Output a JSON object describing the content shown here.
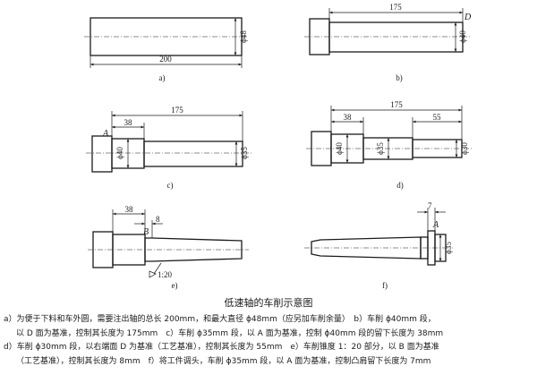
{
  "panels": {
    "a": {
      "label": "a)",
      "dims": {
        "length": "200",
        "dia": "ϕ48"
      }
    },
    "b": {
      "label": "b)",
      "dims": {
        "length": "175",
        "dia": "ϕ40"
      },
      "point": "D"
    },
    "c": {
      "label": "c)",
      "dims": {
        "step": "38",
        "length": "175",
        "dia1": "ϕ40",
        "dia2": "ϕ35"
      },
      "point": "A"
    },
    "d": {
      "label": "d)",
      "dims": {
        "step": "38",
        "length": "175",
        "right": "55",
        "dia1": "ϕ40",
        "dia2": "ϕ35",
        "dia3": "ϕ30"
      }
    },
    "e": {
      "label": "e)",
      "dims": {
        "step": "38",
        "taper_len": "8",
        "taper": "1:20"
      },
      "point": "B"
    },
    "f": {
      "label": "f)",
      "dims": {
        "collar": "7",
        "dia": "ϕ35"
      },
      "point": "A"
    }
  },
  "caption": "低速轴的车削示意图",
  "description": [
    "a）为便于下料和车外圆，需要注出轴的总长 200mm，和最大直径 ϕ48mm（应另加车削余量）　b）车削 ϕ40mm 段，",
    "以 D 面为基准，控制其长度为 175mm　c）车削 ϕ35mm 段，以 A 面为基准，控制 ϕ40mm 段的留下长度为 38mm",
    "d）车削 ϕ30mm 段，以右端面 D 为基准（工艺基准），控制其长度为 55mm　e）车削锥度 1：20 部分，以 B 面为基准",
    "（工艺基准），控制其长度为 8mm　f）将工件调头，车削 ϕ35mm 段，以 A 面为基准，控制凸肩留下长度为 7mm"
  ]
}
